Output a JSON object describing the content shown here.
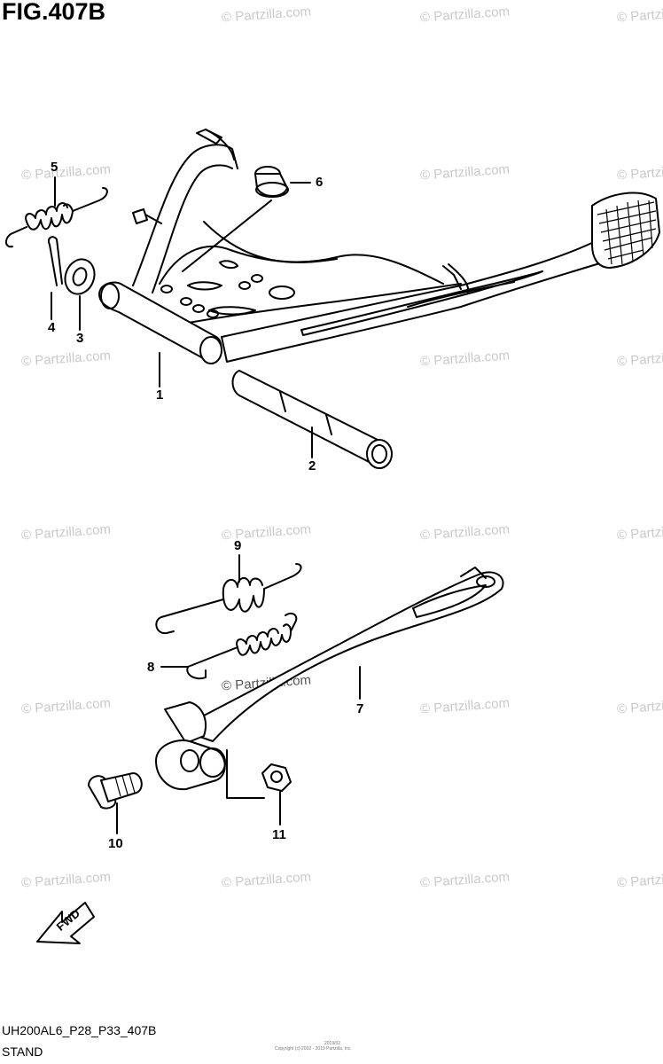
{
  "figure": {
    "title": "FIG.407B",
    "code": "UH200AL6_P28_P33_407B",
    "caption": "STAND",
    "watermark": "© Partzilla.com",
    "fwd_label": "FWD",
    "fine_print": "Copyright (c) 2002 - 2019 Partzilla, Inc.",
    "fine_print_top": "2019/02"
  },
  "callouts": {
    "c1": "1",
    "c2": "2",
    "c3": "3",
    "c4": "4",
    "c5": "5",
    "c6": "6",
    "c7": "7",
    "c8": "8",
    "c9": "9",
    "c10": "10",
    "c11": "11"
  }
}
